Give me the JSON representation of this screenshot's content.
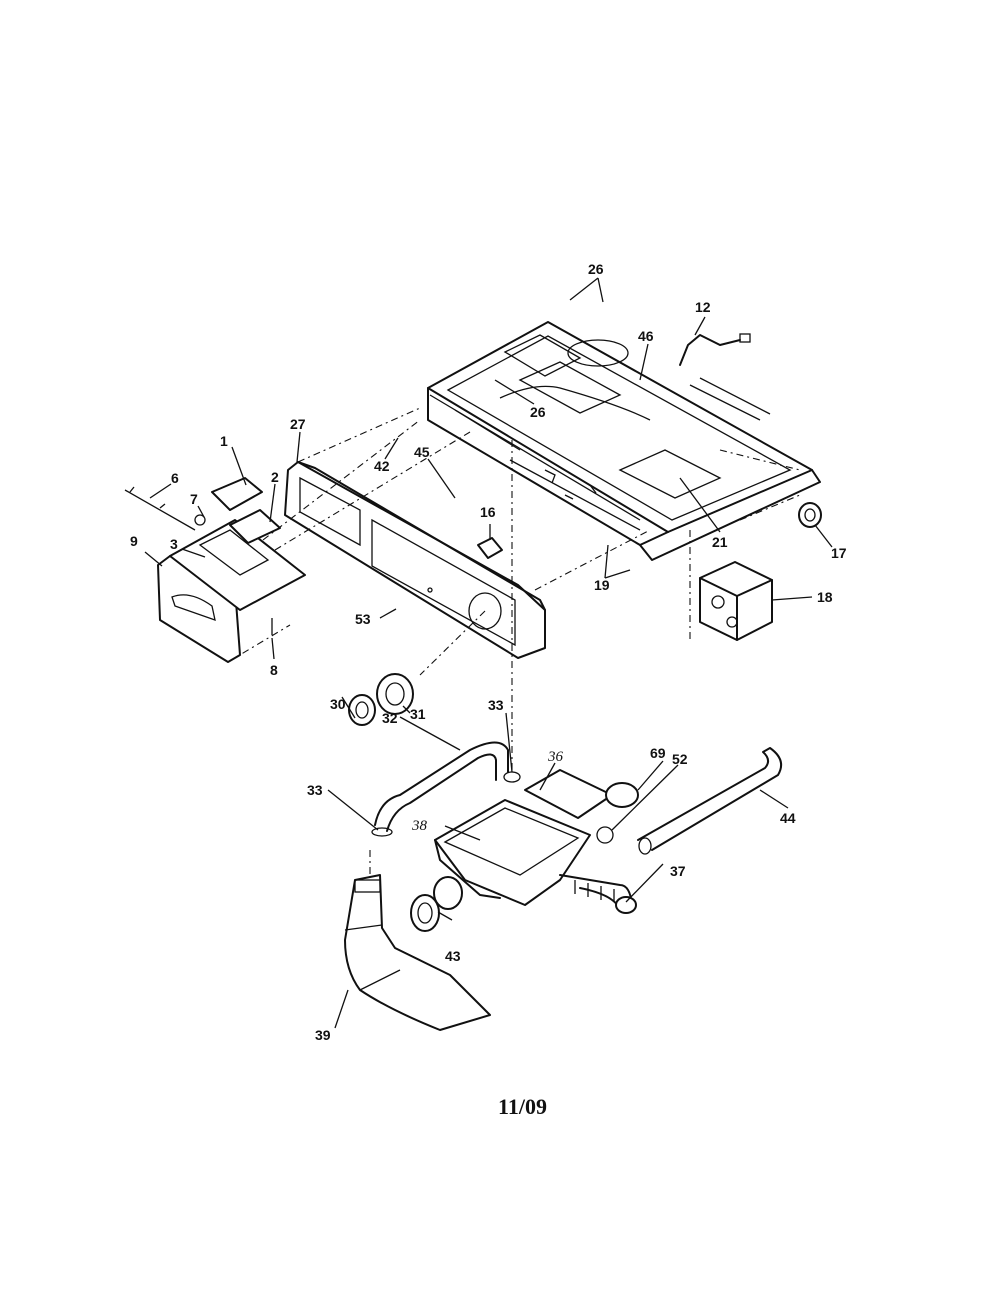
{
  "callouts": {
    "c1": "1",
    "c2": "2",
    "c3": "3",
    "c6": "6",
    "c7": "7",
    "c8": "8",
    "c9": "9",
    "c12": "12",
    "c16": "16",
    "c17": "17",
    "c18": "18",
    "c19": "19",
    "c21": "21",
    "c26a": "26",
    "c26b": "26",
    "c27": "27",
    "c30": "30",
    "c31": "31",
    "c32": "32",
    "c33a": "33",
    "c33b": "33",
    "c36": "36",
    "c37": "37",
    "c38": "38",
    "c39": "39",
    "c42": "42",
    "c43": "43",
    "c44": "44",
    "c45": "45",
    "c46": "46",
    "c52": "52",
    "c53": "53",
    "c69": "69"
  },
  "revision": "11/09"
}
